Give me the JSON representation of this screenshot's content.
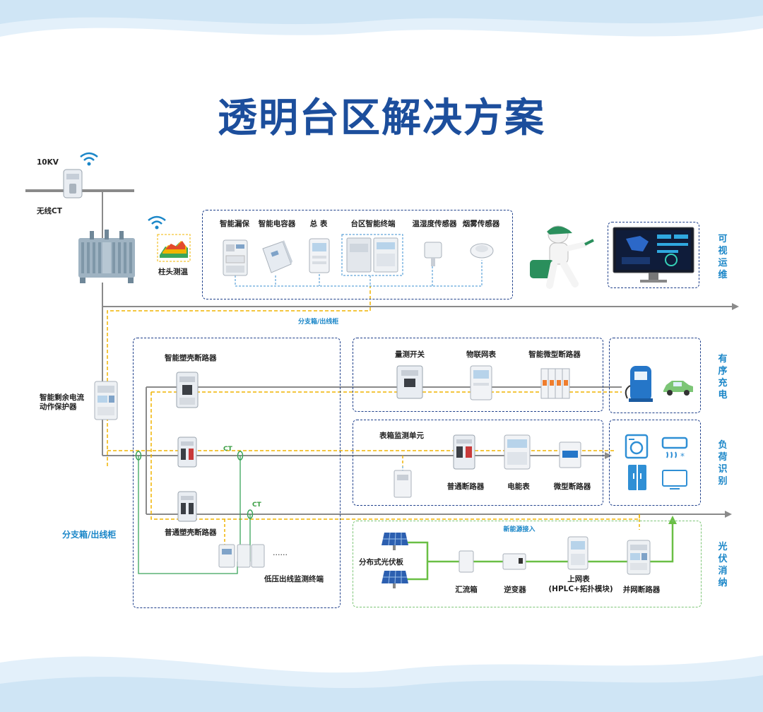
{
  "title": "透明台区解决方案",
  "top": {
    "voltage": "10KV",
    "wireless_ct": "无线CT",
    "pole_temp": "柱头测温"
  },
  "monitoring_devices": {
    "leakage": "智能漏保",
    "capacitor": "智能电容器",
    "main_meter": "总 表",
    "terminal": "台区智能终端",
    "temp_humidity": "温湿度传感器",
    "smoke": "烟雾传感器"
  },
  "branch_label_top": "分支箱/出线柜",
  "branch_label_side": "分支箱/出线柜",
  "rcd": "智能剩余电流动作保护器",
  "smart_mccb": "智能塑壳断路器",
  "normal_mccb": "普通塑壳断路器",
  "ct_label_1": "CT",
  "ct_label_2": "CT",
  "lv_terminal": "低压出线监测终端",
  "ellipsis": "......",
  "ordered_charging": {
    "switch": "量测开关",
    "iot_meter": "物联网表",
    "micro_breaker": "智能微型断路器"
  },
  "load_id": {
    "box_unit": "表箱监测单元",
    "normal_breaker": "普通断路器",
    "energy_meter": "电能表",
    "micro_breaker": "微型断路器"
  },
  "pv": {
    "new_energy": "新能源接入",
    "panels": "分布式光伏板",
    "combiner": "汇流箱",
    "inverter": "逆变器",
    "grid_meter": "上网表",
    "grid_meter_sub": "(HPLC+拓扑模块)",
    "grid_breaker": "并网断路器"
  },
  "side_labels": {
    "visual_ops": "可视运维",
    "ordered_charging": "有序充电",
    "load_recognition": "负荷识别",
    "pv_consumption": "光伏消纳"
  },
  "colors": {
    "title": "#1c4e9c",
    "side_label": "#1a86c8",
    "dashed_box": "#1e3f8a",
    "power_line": "#8a8a8a",
    "comm_line": "#f0b400",
    "ct_line": "#3aa55a",
    "pv_line": "#6abf45"
  },
  "icons": {
    "wifi": "wifi-icon",
    "transformer": "transformer-icon",
    "worker": "worker-mascot-icon",
    "monitor": "monitor-dashboard-icon",
    "charger": "ev-charger-icon",
    "car": "car-icon",
    "washer": "washing-machine-icon",
    "ac": "air-conditioner-icon",
    "fridge": "refrigerator-icon",
    "tv": "tv-icon",
    "solar": "solar-panel-icon"
  }
}
